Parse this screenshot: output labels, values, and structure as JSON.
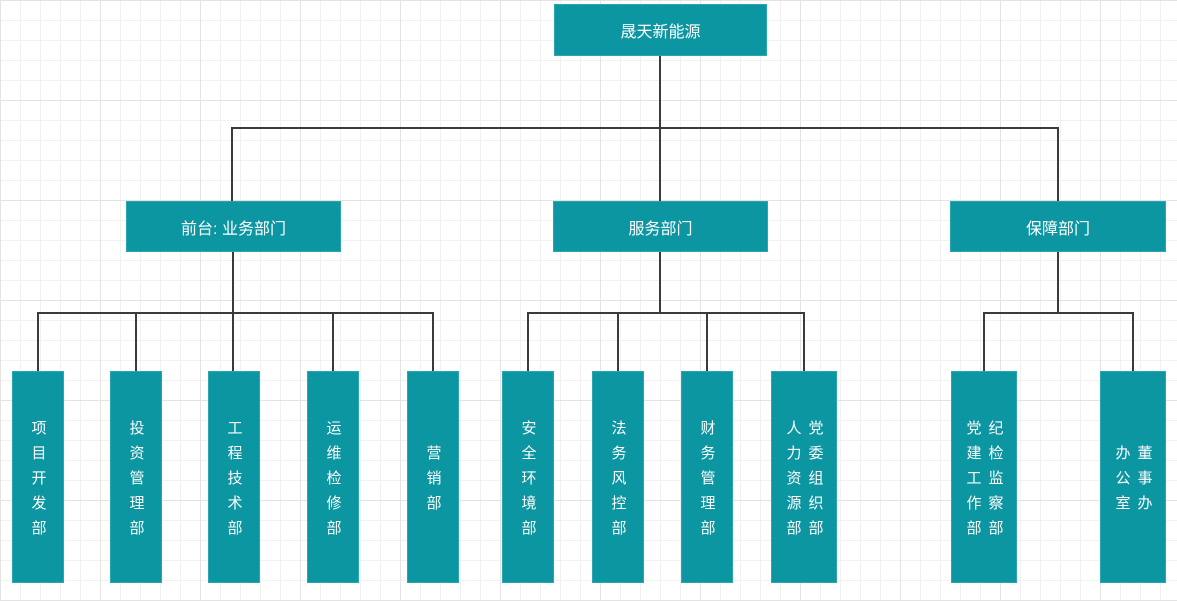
{
  "diagram": {
    "root": {
      "label": "晟天新能源"
    },
    "groups": [
      {
        "label": "前台: 业务部门",
        "children": [
          {
            "names": [
              "项目开发部"
            ]
          },
          {
            "names": [
              "投资管理部"
            ]
          },
          {
            "names": [
              "工程技术部"
            ]
          },
          {
            "names": [
              "运维检修部"
            ]
          },
          {
            "names": [
              "营销部"
            ]
          }
        ]
      },
      {
        "label": "服务部门",
        "children": [
          {
            "names": [
              "安全环境部"
            ]
          },
          {
            "names": [
              "法务风控部"
            ]
          },
          {
            "names": [
              "财务管理部"
            ]
          },
          {
            "names": [
              "党委组织部",
              "人力资源部"
            ]
          }
        ]
      },
      {
        "label": "保障部门",
        "children": [
          {
            "names": [
              "纪检监察部",
              "党建工作部"
            ]
          },
          {
            "names": [
              "董事办",
              "办公室"
            ]
          }
        ]
      }
    ],
    "colors": {
      "node_fill": "#0b96a1",
      "node_text": "#ffffff",
      "connector": "#3b3b3b",
      "grid_minor": "#f1f1f1",
      "grid_major": "#e3e3e3",
      "background": "#ffffff"
    }
  }
}
